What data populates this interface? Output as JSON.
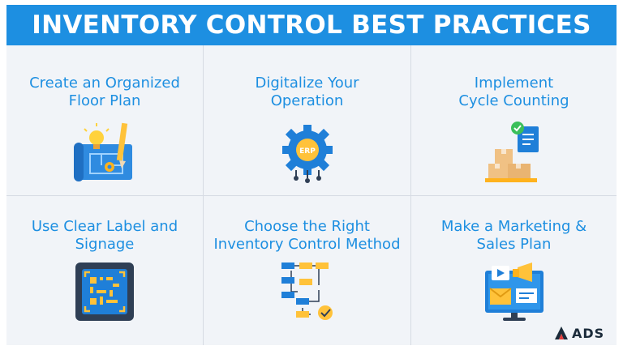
{
  "banner": {
    "title": "INVENTORY CONTROL BEST PRACTICES"
  },
  "practices": [
    {
      "title": "Create an Organized\nFloor Plan",
      "icon": "blueprint-icon"
    },
    {
      "title": "Digitalize Your\nOperation",
      "icon": "erp-gear-icon"
    },
    {
      "title": "Implement\nCycle Counting",
      "icon": "boxes-checklist-icon"
    },
    {
      "title": "Use Clear Label and\nSignage",
      "icon": "qr-label-icon"
    },
    {
      "title": "Choose the Right\nInventory Control Method",
      "icon": "flowchart-icon"
    },
    {
      "title": "Make a Marketing &\nSales Plan",
      "icon": "marketing-screen-icon"
    }
  ],
  "gear_label": "ERP",
  "logo": {
    "text": "ADS",
    "icon": "ads-logo-icon"
  },
  "colors": {
    "banner": "#1d8fe1",
    "title_text": "#1d8fe1",
    "panel": "#f1f4f8"
  }
}
